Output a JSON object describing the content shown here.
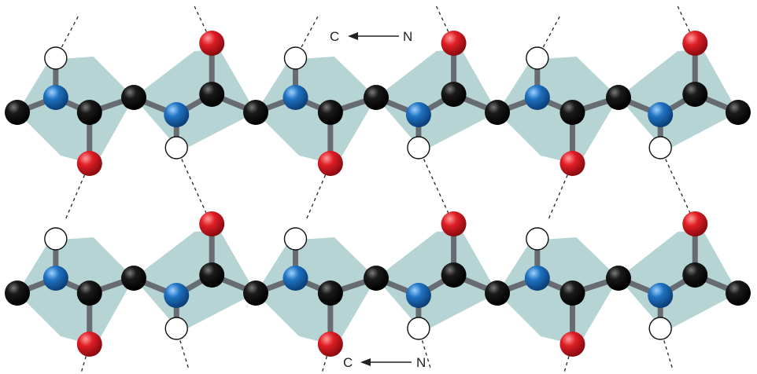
{
  "labels": {
    "top_left": "C",
    "top_right": "N",
    "bottom_left": "C",
    "bottom_right": "N"
  },
  "colors": {
    "carbon": "#0b0b0b",
    "nitrogen": "#1f73c2",
    "oxygen": "#e01e26",
    "hydrogen": "#ffffff",
    "bond": "#676c72",
    "peptide_plane": "#b7d4d4",
    "hydrogen_bond": "#333333"
  }
}
